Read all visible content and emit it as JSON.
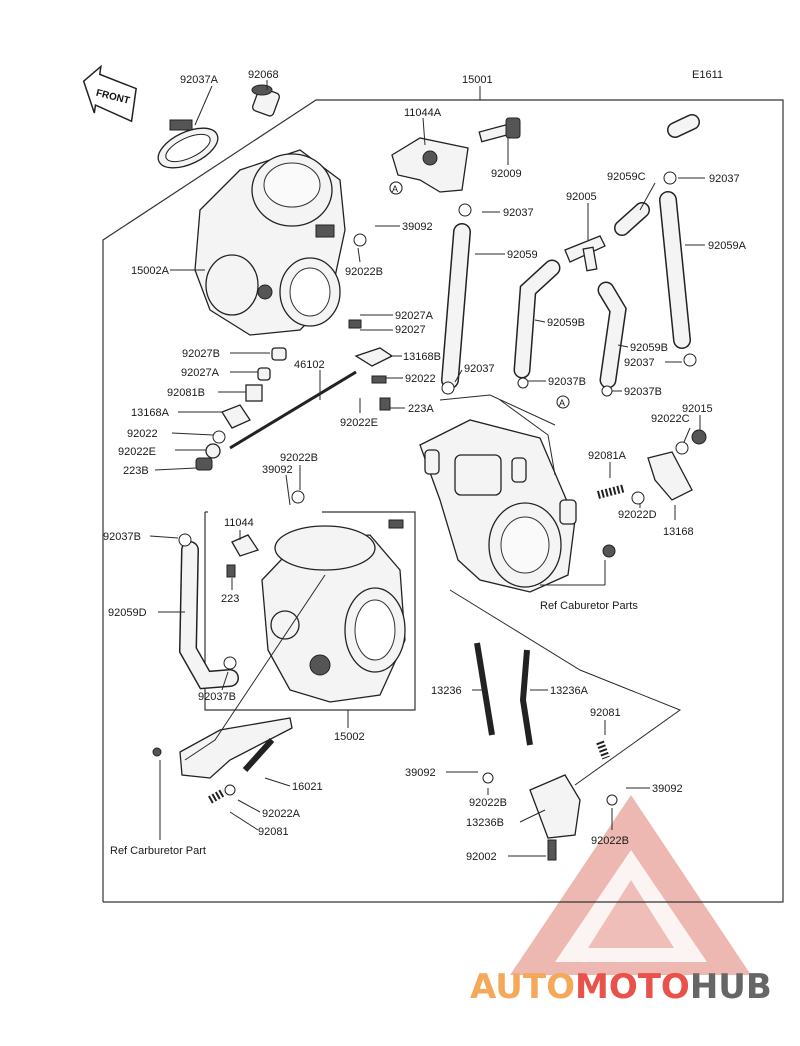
{
  "diagram": {
    "code": "E1611",
    "front_label": "FRONT",
    "callouts": {
      "c15001": "15001",
      "c92037A": "92037A",
      "c92068": "92068",
      "c11044A": "11044A",
      "c92009": "92009",
      "c92037_top": "92037",
      "c92059C": "92059C",
      "c92037_right": "92037",
      "c92005": "92005",
      "c39092_a": "39092",
      "c92022B_a": "92022B",
      "c92059": "92059",
      "c92059A": "92059A",
      "c15002A": "15002A",
      "c92027A_a": "92027A",
      "c92027": "92027",
      "c92059B_a": "92059B",
      "c92059B_b": "92059B",
      "c92027B": "92027B",
      "c13168B": "13168B",
      "c92037_mid": "92037",
      "c92037_r2": "92037",
      "c92027A_b": "92027A",
      "c46102": "46102",
      "c92022_a": "92022",
      "c92037B_a": "92037B",
      "c92037B_b": "92037B",
      "c92081B": "92081B",
      "c223A": "223A",
      "c92022E_a": "92022E",
      "c92015": "92015",
      "c13168A": "13168A",
      "c92022C": "92022C",
      "c92022_b": "92022",
      "c92022E_b": "92022E",
      "c223B": "223B",
      "c92022B_b": "92022B",
      "c39092_b": "39092",
      "c92081A": "92081A",
      "c92022D": "92022D",
      "c13168": "13168",
      "c11044": "11044",
      "c92037B_c": "92037B",
      "c223": "223",
      "c92059D": "92059D",
      "c92037B_d": "92037B",
      "c15002": "15002",
      "c13236": "13236",
      "c13236A": "13236A",
      "c92081_a": "92081",
      "c16021": "16021",
      "c92022A": "92022A",
      "c92081_b": "92081",
      "c39092_c": "39092",
      "c39092_d": "39092",
      "c92022B_c": "92022B",
      "c92022B_d": "92022B",
      "c13236B": "13236B",
      "c92002": "92002"
    },
    "ref_carb_parts": "Ref Caburetor Parts",
    "ref_carb_part": "Ref Carburetor Part"
  },
  "watermark": {
    "part1": "AUTO",
    "part2": "MOTO",
    "part3": "HUB",
    "colors": {
      "orange": "#f4a85a",
      "red": "#e8524a",
      "gray": "#666666"
    }
  }
}
